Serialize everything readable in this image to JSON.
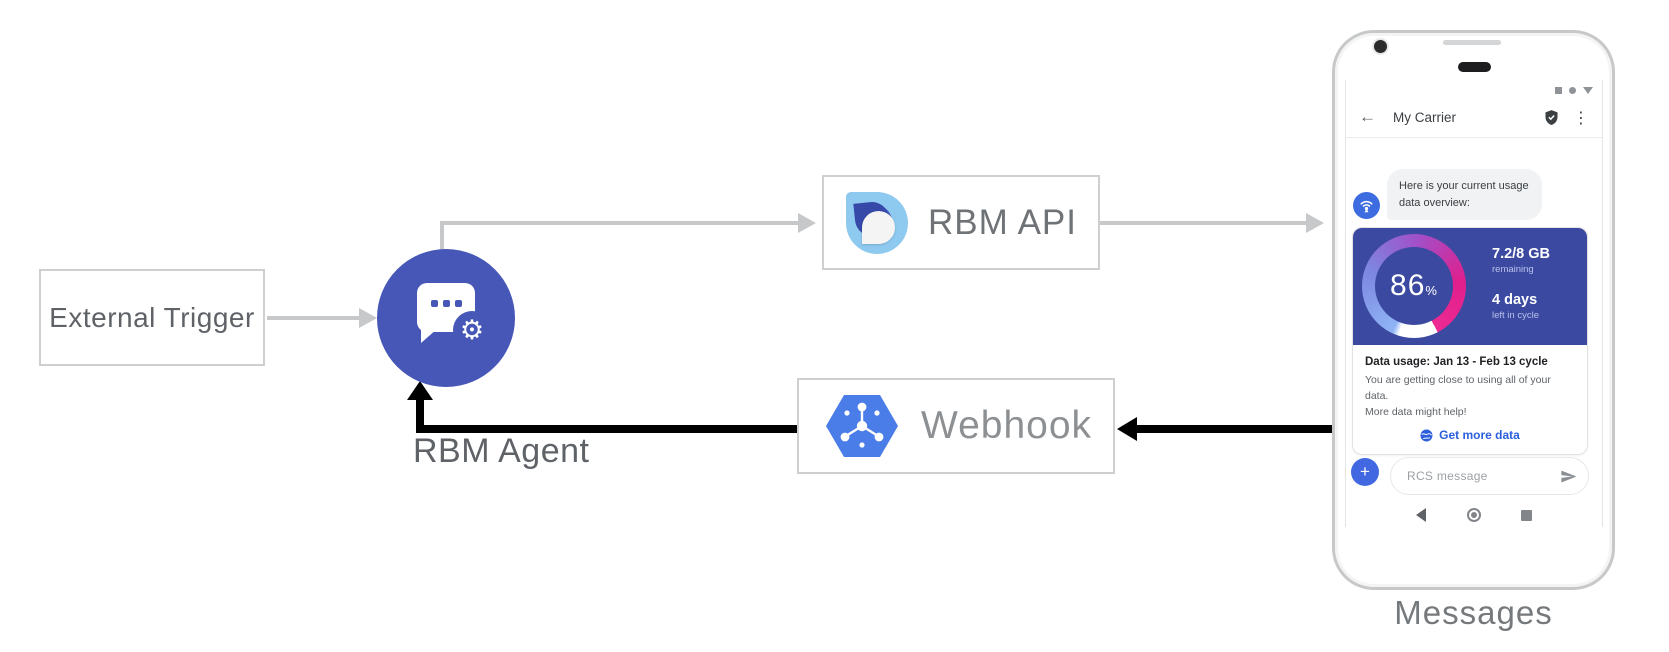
{
  "diagram": {
    "external_trigger_label": "External Trigger",
    "rbm_agent_label": "RBM Agent",
    "rbm_api_label": "RBM API",
    "webhook_label": "Webhook",
    "device_label": "Messages",
    "colors": {
      "arrow_gray": "#c6c8ca",
      "arrow_black": "#000000",
      "agent_circle_blue": "#4757b7",
      "webhook_hexagon_blue": "#4a7de8",
      "rbm_logo_light_blue": "#8ec9f0",
      "rbm_logo_dark_blue": "#3648a8",
      "box_border_gray": "#cfcfcf"
    }
  },
  "phone": {
    "header": {
      "back_icon": "←",
      "title": "My Carrier",
      "menu_icon": "⋮"
    },
    "bot_message": {
      "text": "Here is your current usage data overview:"
    },
    "usage_card": {
      "percent_value": "86",
      "percent_unit": "%",
      "remaining_value": "7.2/8 GB",
      "remaining_label": "remaining",
      "cycle_value": "4 days",
      "cycle_label": "left in cycle",
      "title": "Data usage: Jan 13 - Feb 13 cycle",
      "body_line1": "You are getting close to using all of your data.",
      "body_line2": "More data might help!",
      "action_label": "Get more data",
      "colors": {
        "card_background": "#3b4aa0",
        "gauge_start_blue": "#8fb4f5",
        "gauge_mid_purple": "#a24fc8",
        "gauge_end_pink": "#ec2a92",
        "action_link_blue": "#2b5fdc"
      }
    },
    "compose": {
      "plus_icon": "+",
      "placeholder": "RCS message"
    }
  }
}
